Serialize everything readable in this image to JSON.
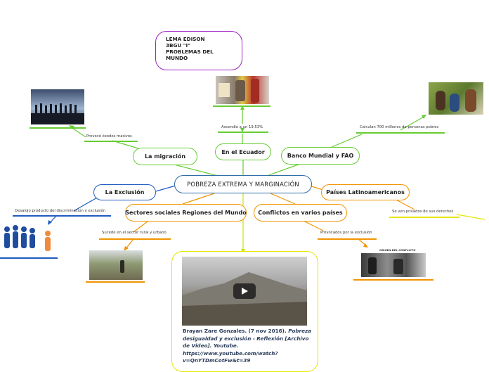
{
  "title_box": {
    "lines": [
      "LEMA EDISON",
      "3BGU \"I\"",
      "PROBLEMAS DEL",
      "MUNDO"
    ]
  },
  "center": {
    "label": "POBREZA EXTREMA Y MARGINACIÓN"
  },
  "branches": {
    "migracion": {
      "label": "La migración",
      "note": "Provocó éxodos masivos"
    },
    "ecuador": {
      "label": "En el Ecuador",
      "note": "Ascendió a un 19,53%"
    },
    "banco": {
      "label": "Banco Mundial y FAO",
      "note": "Calculan 700 millones de personas pobres"
    },
    "exclusion": {
      "label": "La Exclusión",
      "note": "Desalojo producto del discriminación y exclusión"
    },
    "latinoamericanos": {
      "label": "Países Latinoamericanos",
      "note": "Se ven privados de sus derechos"
    },
    "sectores": {
      "label": "Sectores sociales Regiones del Mundo",
      "note": "Sucede en el sector rural y urbano"
    },
    "conflictos": {
      "label": "Conflictos en varios países",
      "note": "Provocados por la exclusión"
    }
  },
  "conflict_image": {
    "caption": "ORIGEN DEL CONFLICTO"
  },
  "video": {
    "citation_1": "Brayan Zare Gonzales. (7 nov 2016). ",
    "citation_2": "Pobreza desigualdad y exclusión - Reflexión [Archivo de Video]. Youtube.",
    "url_1": "https://www.youtube.com/watch?",
    "url_2": "v=QnYTDmCotFw&t=39"
  },
  "colors": {
    "center": "#2e6ca6",
    "green": "#66cc33",
    "purple": "#a020c8",
    "blue": "#1f5bbf",
    "orange": "#f29400",
    "yellow": "#e6e600"
  }
}
